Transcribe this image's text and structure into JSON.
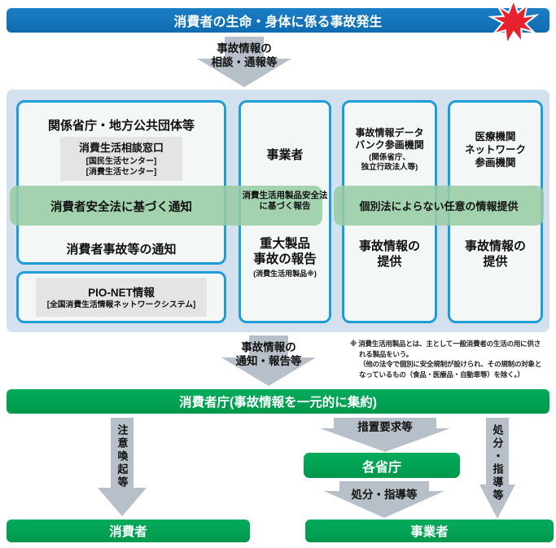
{
  "top_bar": {
    "label": "消費者の生命・身体に係る事故発生",
    "accent_blue": "#1474bd",
    "burst_red": "#e8212e"
  },
  "arrow_top": {
    "label": "事故情報の\n相談・通報等"
  },
  "panel": {
    "col1": {
      "title": "関係省庁・地方公共団体等",
      "consult_box": {
        "title": "消費生活相談窓口",
        "line1": "[国民生活センター]",
        "line2": "[消費生活センター]"
      },
      "band_label": "消費者安全法に基づく通知",
      "notice_label": "消費者事故等の通知",
      "pio_box": {
        "title": "PIO-NET情報",
        "subtitle": "[全国消費生活情報ネットワークシステム]"
      }
    },
    "col2": {
      "title": "事業者",
      "band_label": "消費生活用製品安全法\nに基づく報告",
      "report_label": "重大製品\n事故の報告",
      "report_note": "(消費生活用製品※)"
    },
    "col3": {
      "title": "事故情報データ\nバンク参画機関",
      "subtitle": "(関係省庁、\n独立行政法人等)",
      "provide_label": "事故情報の\n提供"
    },
    "col4": {
      "title": "医療機関\nネットワーク\n参画機関",
      "provide_label": "事故情報の\n提供"
    },
    "band2_label": "個別法によらない任意の情報提供",
    "band_green": "#a6d3b0",
    "panel_blue": "#d3e1ee",
    "box_border_blue": "#1e9ed9"
  },
  "arrow_mid": {
    "label": "事故情報の\n通知・報告等"
  },
  "note": {
    "line1": "※ 消費生活用製品とは、主として一般消費者の生活の用に供さ",
    "line2": "れる製品をいう。",
    "line3": "（他の法令で個別に安全規制が設けられ、その規制の対象と",
    "line4": "なっているもの（食品・医療品・自動車等）を除く。）"
  },
  "agency_bar": {
    "label": "消費者庁(事故情報を一元的に集約)",
    "green": "#00a254"
  },
  "flow": {
    "caution_label": "注意喚起等",
    "measure_label": "措置要求等",
    "ministries_label": "各省庁",
    "dispose_label": "処分・指導等",
    "dispose_right_label": "処分・指導等",
    "consumer_label": "消費者",
    "business_label": "事業者",
    "arrow_gray": "#b7c0c8"
  }
}
